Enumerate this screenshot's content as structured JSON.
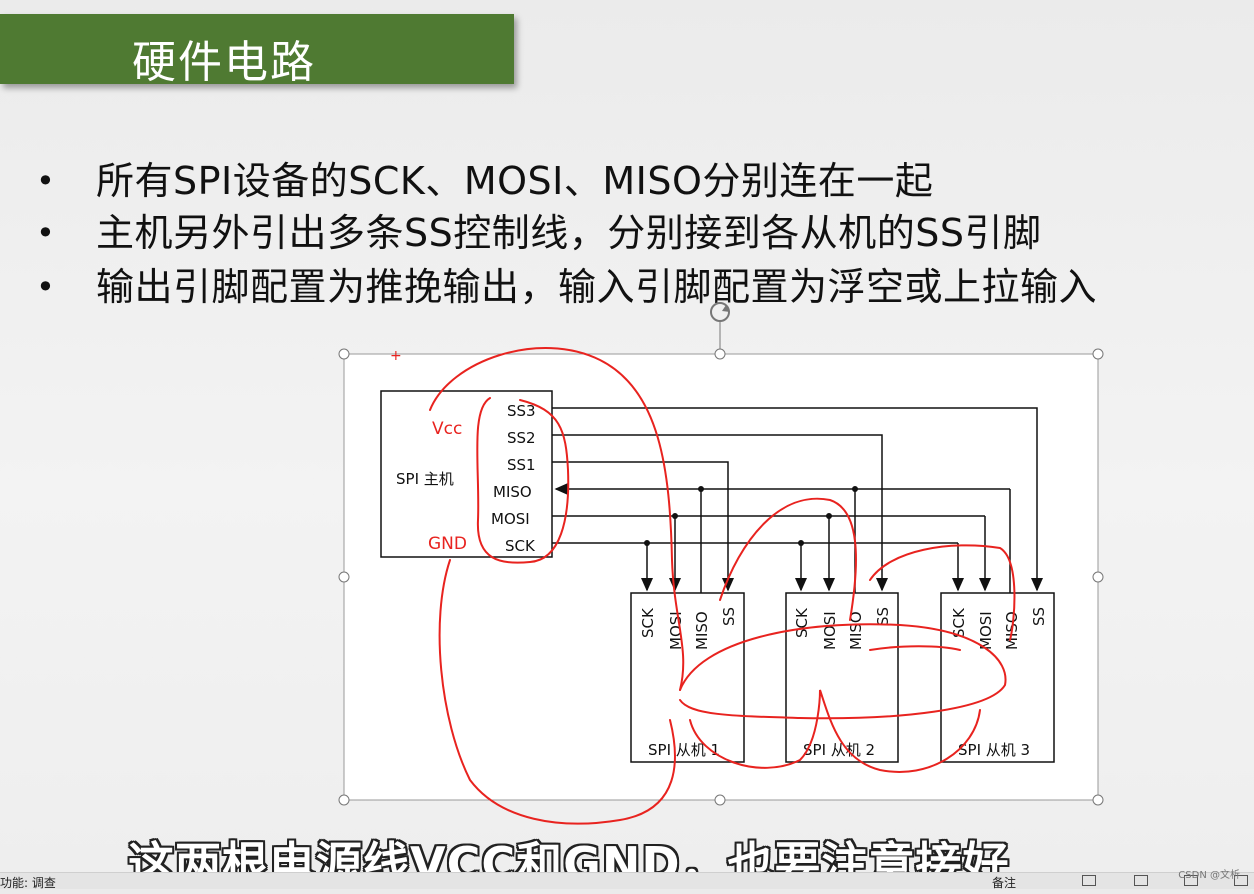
{
  "slide": {
    "title": "硬件电路",
    "bullets": [
      "所有SPI设备的SCK、MOSI、MISO分别连在一起",
      "主机另外引出多条SS控制线，分别接到各从机的SS引脚",
      "输出引脚配置为推挽输出，输入引脚配置为浮空或上拉输入"
    ]
  },
  "diagram": {
    "master_label": "SPI 主机",
    "master_pins": [
      "SS3",
      "SS2",
      "SS1",
      "MISO",
      "MOSI",
      "SCK"
    ],
    "slave_pins": [
      "SCK",
      "MOSI",
      "MISO",
      "SS"
    ],
    "slaves": [
      "SPI 从机 1",
      "SPI 从机 2",
      "SPI 从机 3"
    ],
    "annotations": {
      "vcc": "Vcc",
      "gnd": "GND",
      "plus": "+"
    },
    "ink_color": "#e8231f"
  },
  "subtitle": "这两根电源线VCC和GND，也要注意接好",
  "statusbar": {
    "left_text": "功能: 调查",
    "notes": "备注"
  },
  "watermark": "CSDN @文析"
}
